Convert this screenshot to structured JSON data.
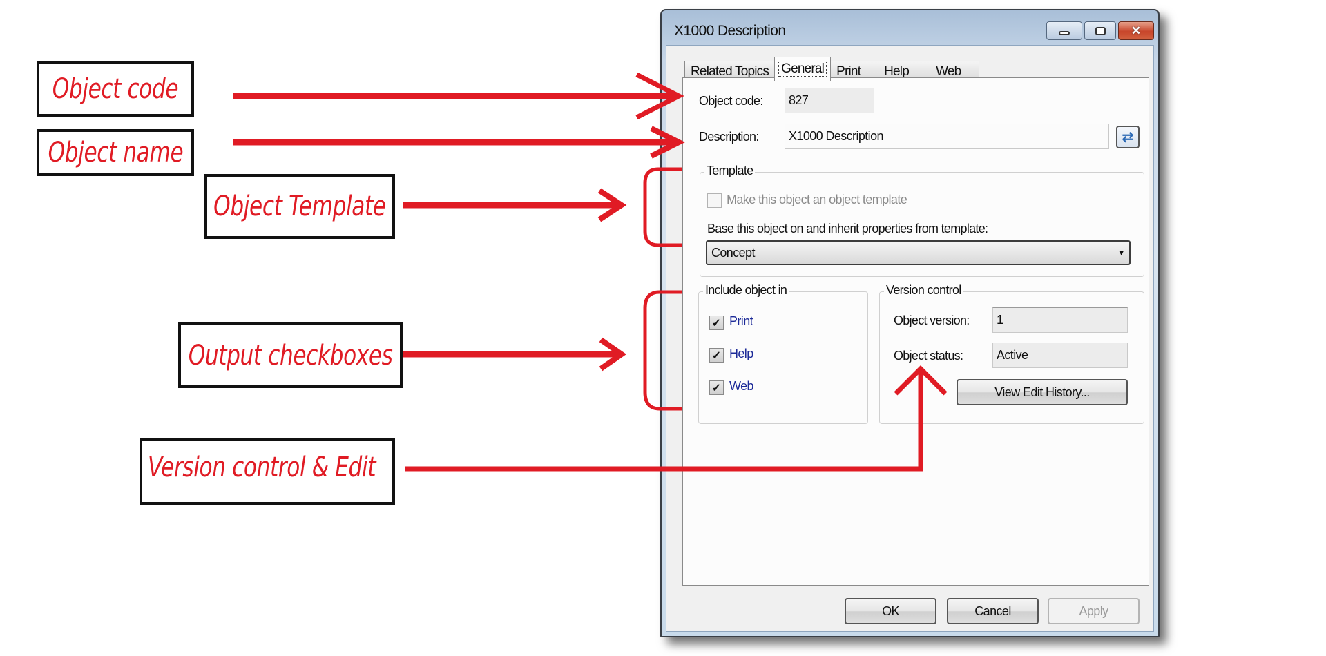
{
  "annotations": {
    "object_code": "Object code",
    "object_name": "Object name",
    "object_template": "Object Template",
    "output_checkboxes": "Output checkboxes",
    "version_control_edit": "Version control & Edit",
    "color": "#e01b24"
  },
  "dialog": {
    "title": "X1000 Description",
    "window_buttons": {
      "minimize": "minimize-icon",
      "maximize": "maximize-icon",
      "close": "close-icon"
    },
    "tabs": [
      {
        "label": "Related Topics",
        "active": false
      },
      {
        "label": "General",
        "active": true
      },
      {
        "label": "Print",
        "active": false
      },
      {
        "label": "Help",
        "active": false
      },
      {
        "label": "Web",
        "active": false
      }
    ],
    "general": {
      "object_code_label": "Object code:",
      "object_code_value": "827",
      "description_label": "Description:",
      "description_value": "X1000 Description",
      "refresh_icon": "refresh-icon",
      "template": {
        "title": "Template",
        "make_template_label": "Make this object an object template",
        "make_template_checked": false,
        "base_label": "Base this object on and inherit properties from template:",
        "base_value": "Concept"
      },
      "include": {
        "title": "Include object in",
        "items": [
          {
            "label": "Print",
            "checked": true
          },
          {
            "label": "Help",
            "checked": true
          },
          {
            "label": "Web",
            "checked": true
          }
        ]
      },
      "version_control": {
        "title": "Version control",
        "version_label": "Object version:",
        "version_value": "1",
        "status_label": "Object status:",
        "status_value": "Active",
        "history_button": "View Edit History..."
      }
    },
    "buttons": {
      "ok": "OK",
      "cancel": "Cancel",
      "apply": "Apply"
    }
  }
}
